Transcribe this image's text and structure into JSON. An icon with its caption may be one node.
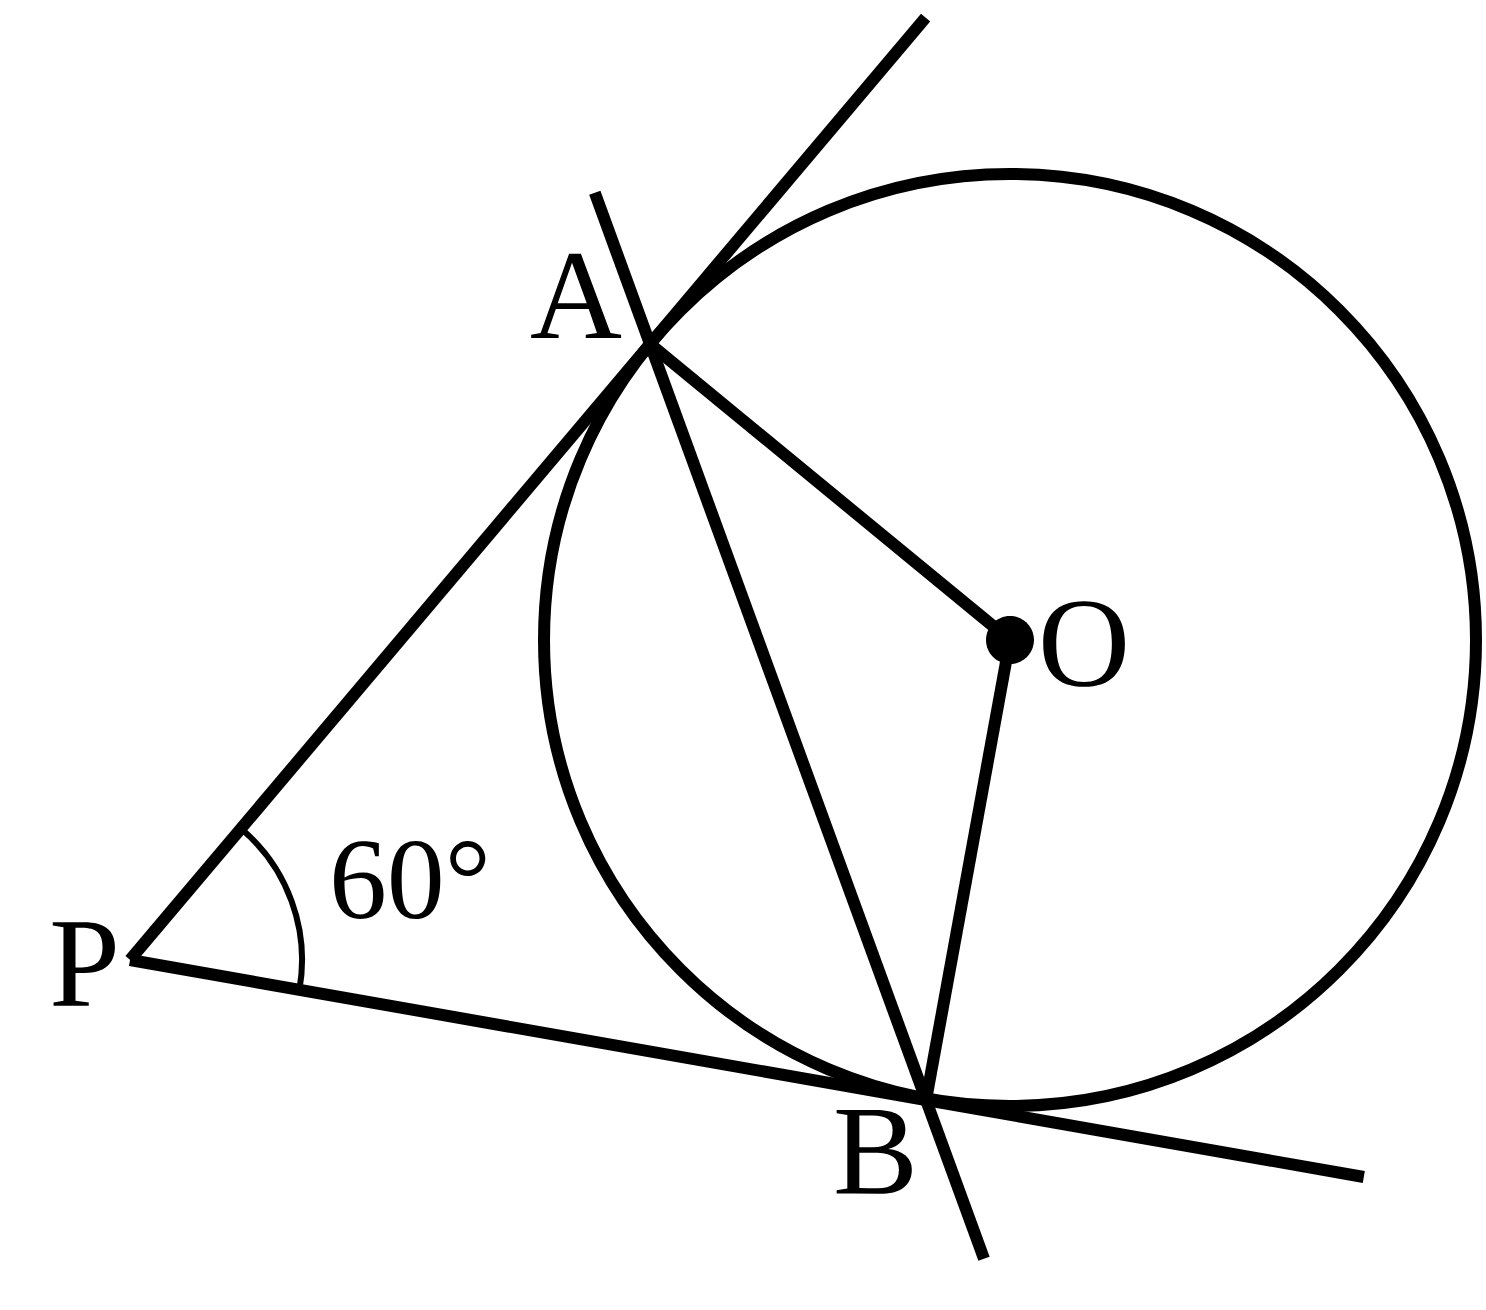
{
  "diagram": {
    "nodes": [
      {
        "text": [
          "A"
        ]
      },
      {
        "text": [
          "O"
        ]
      },
      {
        "text": [
          "P"
        ]
      },
      {
        "text": [
          "B"
        ]
      }
    ],
    "edges": [
      {
        "from": 2,
        "to": 0,
        "arrow": "none"
      },
      {
        "from": 2,
        "to": 3,
        "arrow": "none"
      },
      {
        "from": 0,
        "to": 3,
        "arrow": "none"
      },
      {
        "from": 0,
        "to": 1,
        "arrow": "none"
      },
      {
        "from": 1,
        "to": 3,
        "arrow": "none"
      }
    ],
    "labels": [
      "60°"
    ]
  }
}
